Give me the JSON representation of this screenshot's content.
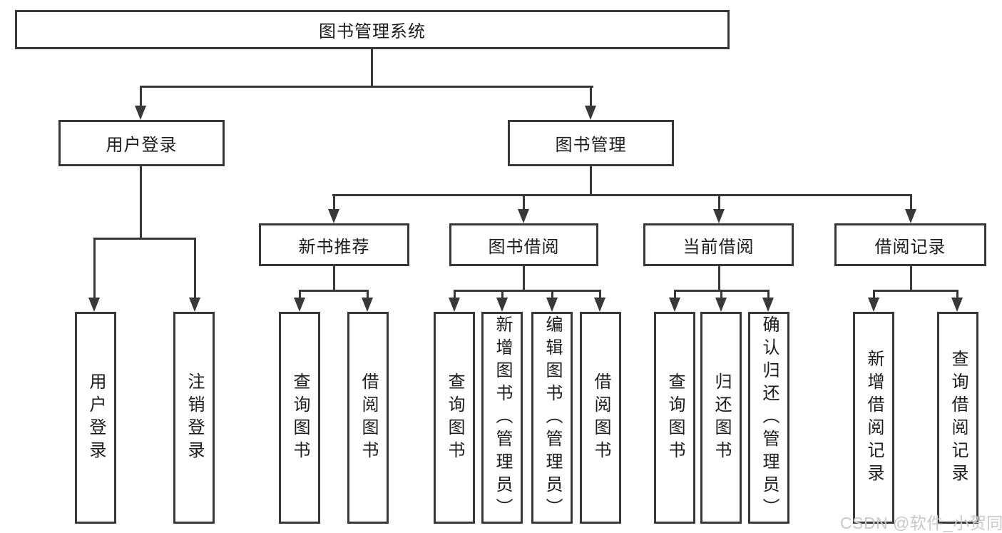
{
  "diagram": {
    "root": "图书管理系统",
    "level2": {
      "user_login": "用户登录",
      "book_mgmt": "图书管理"
    },
    "level3": {
      "new_books": "新书推荐",
      "borrow": "图书借阅",
      "current": "当前借阅",
      "records": "借阅记录"
    },
    "leaves": {
      "user_login": [
        "用户登录",
        "注销登录"
      ],
      "new_books": [
        "查询图书",
        "借阅图书"
      ],
      "borrow": [
        "查询图书",
        "新增图书（管理员）",
        "编辑图书（管理员）",
        "借阅图书"
      ],
      "current": [
        "查询图书",
        "归还图书",
        "确认归还（管理员）"
      ],
      "records": [
        "新增借阅记录",
        "查询借阅记录"
      ]
    }
  },
  "watermark": "CSDN @软件_小贺同学",
  "colors": {
    "line": "#383838",
    "text": "#1c1c1c",
    "watermark": "#c9c9c9",
    "background": "#ffffff"
  }
}
